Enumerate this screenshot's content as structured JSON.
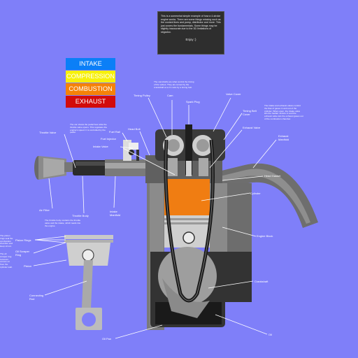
{
  "intro": {
    "text": "This is a somewhat simple example of how a 4-stroke engine works. There are some things missing such as the coolant lines and pump, distributor and more. This just covers the fundamentals. Some things may be slightly inaccurate due to the 3D limitations of sbgadoo.",
    "enjoy": "Enjoy :)"
  },
  "legend": {
    "intake": "INTAKE",
    "compression": "COMPRESSION",
    "combustion": "COMBUSTION",
    "exhaust": "EXHAUST"
  },
  "colors": {
    "background": "#7f7ff9",
    "intake": "#0b7ff7",
    "compression": "#f7f00c",
    "combustion": "#f58208",
    "exhaust": "#d20b0b"
  },
  "labels": {
    "throttle_valve": "Throttle Valve",
    "air_filter": "Air Filter",
    "throttle_body": "Throttle Body",
    "intake_manifold": "Intake Manifold",
    "fuel_rail": "Fuel Rail",
    "fuel_injector": "Fuel Injector",
    "intake_valve": "Intake Valve",
    "head_bolt": "Head Bolt",
    "timing_pulley": "Timing Pulley",
    "cam": "Cam",
    "spark_plug": "Spark Plug",
    "valve_cover": "Valve Cover",
    "timing_belt_cover": "Timing Belt Cover",
    "exhaust_valve": "Exhaust Valve",
    "exhaust_manifold": "Exhaust Manifold",
    "head_gasket": "Head Gasket",
    "cylinder": "Cylinder",
    "engine_block": "Engine Block",
    "crankshaft": "Crankshaft",
    "oil": "Oil",
    "oil_pan": "Oil Pan",
    "piston_rings": "Piston Rings",
    "oil_scraper_ring": "Oil Scraper Ring",
    "piston": "Piston",
    "connecting_rod": "Connecting Rod"
  },
  "paragraphs": {
    "throttle": "The car shows the pedal how wide the throttle valve opens. This regulates the engine's speed. It is controlled by the pedal.",
    "camshafts": "The camshafts are what control the timing of the valves. They are turned by the crankshaft at a 2:1 ratio by a timing belt.",
    "valves": "The intake and exhaust valves control the flow of gases in and out of the cylinder. When open, the intake valve lets the fuel/air mixture in and the exhaust valve lets the exhaust gases out of the combustion chamber.",
    "throttle_body": "The throttle body contains the throttle valve and the intake, which leads into the engine.",
    "piston_rings": "The piston rings seal the combustion chamber and keep oil out.",
    "scraper": "The oil scraper ring removes excess oil from the cylinder wall."
  }
}
